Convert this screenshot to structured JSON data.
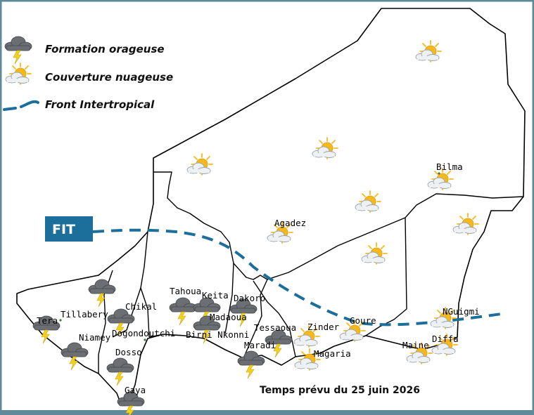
{
  "legend": {
    "storm": "Formation orageuse",
    "cloud": "Couverture nuageuse",
    "front": "Front Intertropical"
  },
  "fit_label": "FIT",
  "forecast_date": "Temps prévu du 25 juin 2026",
  "colors": {
    "frame": "#5f8a99",
    "front": "#1b6f9a",
    "fit_box": "#1b6f9a",
    "sun": "#f6b91c",
    "storm_cloud": "#6b6e72",
    "lightning": "#f4d21a",
    "border": "#000000"
  },
  "cities": [
    {
      "name": "Bilma",
      "icon": "sun-cloud-icon"
    },
    {
      "name": "Agadez",
      "icon": "sun-cloud-icon"
    },
    {
      "name": "Tillabery",
      "icon": "storm-icon"
    },
    {
      "name": "Chikal",
      "icon": "storm-icon"
    },
    {
      "name": "Tahoua",
      "icon": "storm-icon"
    },
    {
      "name": "Keita",
      "icon": "storm-icon"
    },
    {
      "name": "Dakoro",
      "icon": "storm-icon"
    },
    {
      "name": "Madaoua",
      "icon": "storm-icon"
    },
    {
      "name": "Birni Nkonni",
      "icon": "storm-icon"
    },
    {
      "name": "Tera",
      "icon": "storm-icon"
    },
    {
      "name": "Niamey",
      "icon": "storm-icon"
    },
    {
      "name": "Dogondoutchi",
      "icon": "storm-icon"
    },
    {
      "name": "Dosso",
      "icon": "storm-icon"
    },
    {
      "name": "Gaya",
      "icon": "storm-icon"
    },
    {
      "name": "Tessaoua",
      "icon": "storm-icon"
    },
    {
      "name": "Maradi",
      "icon": "storm-icon"
    },
    {
      "name": "Zinder",
      "icon": "sun-cloud-icon"
    },
    {
      "name": "Magaria",
      "icon": "sun-cloud-icon"
    },
    {
      "name": "Goure",
      "icon": "sun-cloud-icon"
    },
    {
      "name": "Maine",
      "icon": "sun-cloud-icon"
    },
    {
      "name": "Diffa",
      "icon": "sun-cloud-icon"
    },
    {
      "name": "NGuigmi",
      "icon": "sun-cloud-icon"
    }
  ]
}
